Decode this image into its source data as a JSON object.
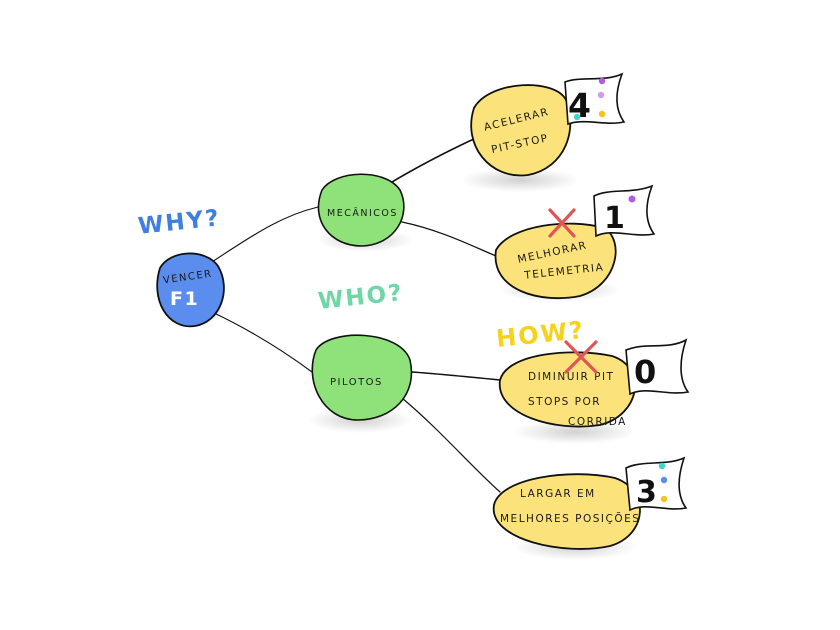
{
  "questions": {
    "why": "WHY?",
    "who": "WHO?",
    "how": "HOW?"
  },
  "root": {
    "line1": "VENCER",
    "line2": "F1"
  },
  "actors": {
    "mecanicos": "MECÂNICOS",
    "pilotos": "PILOTOS"
  },
  "impacts": {
    "acelerar": {
      "line1": "ACELERAR",
      "line2": "PIT-STOP",
      "score": "4"
    },
    "telemetria": {
      "line1": "MELHORAR",
      "line2": "TELEMETRIA",
      "score": "1"
    },
    "diminuir": {
      "line1": "DIMINUIR PIT",
      "line2": "STOPS POR",
      "line3": "CORRIDA",
      "score": "0"
    },
    "largar": {
      "line1": "LARGAR EM",
      "line2": "MELHORES POSIÇÕES",
      "score": "3"
    }
  },
  "colors": {
    "root_fill": "#5b8def",
    "actor_fill": "#8fe27a",
    "impact_fill": "#fbe27a",
    "why_text": "#3f7fe0",
    "who_text": "#6fd6a6",
    "how_text": "#f6d21c",
    "cross": "#e05555",
    "dot_purple": "#b05be0",
    "dot_blue": "#5b8def",
    "dot_teal": "#3fd6c8",
    "dot_yellow": "#f6c21c"
  },
  "icons": [
    "cross-mark-icon",
    "flag-icon",
    "vote-dot-icon"
  ]
}
